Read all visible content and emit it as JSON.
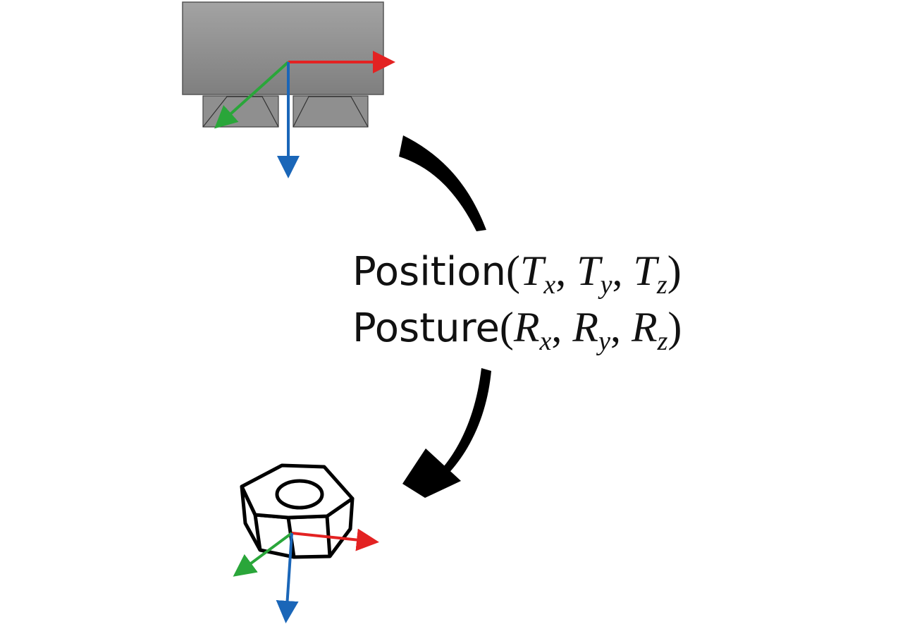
{
  "position_label": {
    "word": "Position",
    "open": "(",
    "c1": "T",
    "s1": "x",
    "sep1": ", ",
    "c2": "T",
    "s2": "y",
    "sep2": ", ",
    "c3": "T",
    "s3": "z",
    "close": ")"
  },
  "posture_label": {
    "word": "Posture",
    "open": "(",
    "c1": "R",
    "s1": "x",
    "sep1": ", ",
    "c2": "R",
    "s2": "y",
    "sep2": ", ",
    "c3": "R",
    "s3": "z",
    "close": ")"
  },
  "colors": {
    "x_axis": "#e32222",
    "y_axis": "#2aa63a",
    "z_axis": "#1a66b8",
    "gripper": "#8c8c8c",
    "arrow": "#000000"
  }
}
